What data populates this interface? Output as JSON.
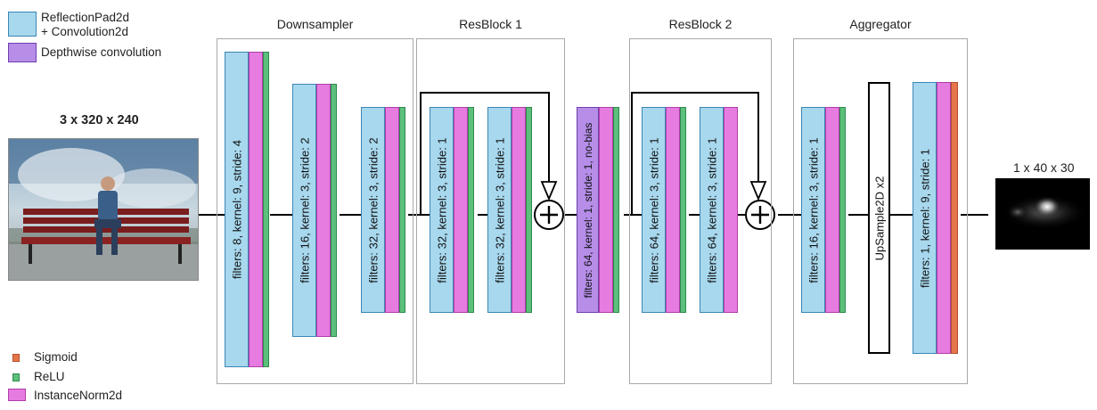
{
  "legend": {
    "top": {
      "conv_line1": "ReflectionPad2d",
      "conv_line2": "+ Convolution2d",
      "depthwise": "Depthwise convolution"
    },
    "bottom": {
      "sigmoid": "Sigmoid",
      "relu": "ReLU",
      "instancenorm": "InstanceNorm2d"
    }
  },
  "input": {
    "label": "3 x 320 x 240"
  },
  "output": {
    "label": "1 x 40 x 30"
  },
  "groups": {
    "downsampler": "Downsampler",
    "resblock1": "ResBlock 1",
    "resblock2": "ResBlock 2",
    "aggregator": "Aggregator"
  },
  "layers": {
    "d1": "filters: 8, kernel: 9, stride: 4",
    "d2": "filters: 16, kernel: 3, stride: 2",
    "d3": "filters: 32, kernel: 3, stride: 2",
    "r1a": "filters: 32, kernel: 3, stride: 1",
    "r1b": "filters: 32, kernel: 3, stride: 1",
    "dw": "filters: 64, kernel: 1, stride: 1, no-bias",
    "r2a": "filters: 64, kernel: 3, stride: 1",
    "r2b": "filters: 64, kernel: 3, stride: 1",
    "a1": "filters: 16, kernel: 3, stride: 1",
    "up": "UpSample2D x2",
    "a2": "filters: 1, kernel: 9, stride: 1"
  },
  "colors": {
    "conv": "#a8d8ee",
    "depthwise": "#b68ee8",
    "instancenorm": "#e67be0",
    "relu": "#5cbf7b",
    "sigmoid": "#e5764c"
  }
}
